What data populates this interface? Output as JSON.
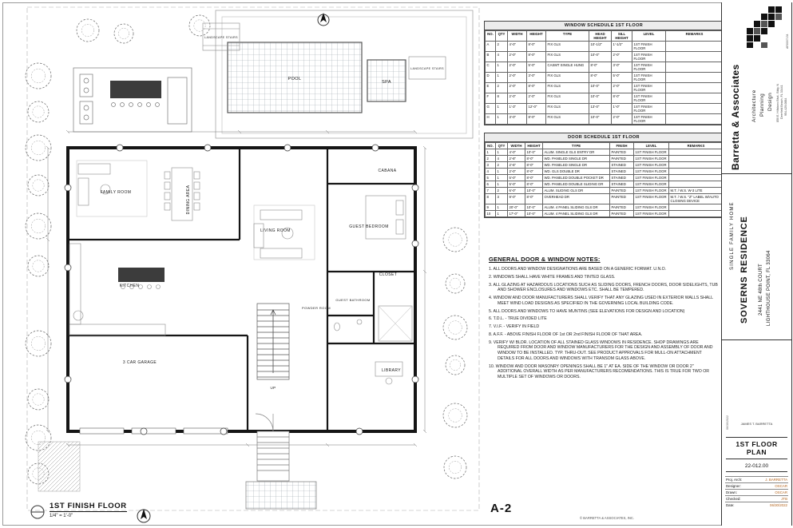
{
  "window_schedule": {
    "title": "WINDOW SCHEDULE 1ST FLOOR",
    "headers": [
      "NO.",
      "QTY",
      "WIDTH",
      "HEIGHT",
      "TYPE",
      "HEAD HEIGHT",
      "SILL HEIGHT",
      "LEVEL",
      "REMARKS"
    ],
    "rows": [
      [
        "A",
        "2",
        "4'-0\"",
        "8'-0\"",
        "FIX GLS",
        "10'-1/2\"",
        "1'-1/2\"",
        "1ST FINISH FLOOR",
        ""
      ],
      [
        "B",
        "4",
        "2'-0\"",
        "8'-0\"",
        "FIX GLS",
        "10'-0\"",
        "2'-0\"",
        "1ST FINISH FLOOR",
        ""
      ],
      [
        "C",
        "1",
        "2'-0\"",
        "5'-0\"",
        "CASMT SINGLE HUNG",
        "8'-0\"",
        "3'-0\"",
        "1ST FINISH FLOOR",
        ""
      ],
      [
        "D",
        "1",
        "2'-0\"",
        "3'-0\"",
        "FIX GLS",
        "8'-0\"",
        "5'-0\"",
        "1ST FINISH FLOOR",
        ""
      ],
      [
        "E",
        "2",
        "2'-0\"",
        "8'-0\"",
        "FIX GLS",
        "10'-0\"",
        "2'-0\"",
        "1ST FINISH FLOOR",
        ""
      ],
      [
        "F",
        "8",
        "2'-0\"",
        "2'-0\"",
        "FIX GLS",
        "10'-0\"",
        "8'-0\"",
        "1ST FINISH FLOOR",
        ""
      ],
      [
        "G",
        "1",
        "1'-3\"",
        "12'-0\"",
        "FIX GLS",
        "13'-0\"",
        "1'-0\"",
        "1ST FINISH FLOOR",
        ""
      ],
      [
        "H",
        "1",
        "3'-0\"",
        "8'-0\"",
        "FIX GLS",
        "10'-0\"",
        "2'-0\"",
        "1ST FINISH FLOOR",
        ""
      ]
    ]
  },
  "door_schedule": {
    "title": "DOOR SCHEDULE 1ST FLOOR",
    "headers": [
      "NO.",
      "QTY",
      "WIDTH",
      "HEIGHT",
      "TYPE",
      "FINISH",
      "LEVEL",
      "REMARKS"
    ],
    "rows": [
      [
        "1",
        "1",
        "4'-0\"",
        "10'-0\"",
        "ALUM. SINGLE GLS ENTRY DR",
        "PAINTED",
        "1ST FINISH FLOOR",
        ""
      ],
      [
        "2",
        "4",
        "2'-8\"",
        "8'-0\"",
        "WD. PANELED SINGLE DR",
        "PAINTED",
        "1ST FINISH FLOOR",
        ""
      ],
      [
        "3",
        "2",
        "2'-6\"",
        "8'-0\"",
        "WD. PANELED SINGLE DR",
        "STAINED",
        "1ST FINISH FLOOR",
        ""
      ],
      [
        "4",
        "1",
        "2'-0\"",
        "8'-0\"",
        "WD. GLS DOUBLE DR",
        "STAINED",
        "1ST FINISH FLOOR",
        ""
      ],
      [
        "5",
        "1",
        "5'-0\"",
        "8'-0\"",
        "WD. PANELED DOUBLE POCKET DR",
        "STAINED",
        "1ST FINISH FLOOR",
        ""
      ],
      [
        "6",
        "1",
        "5'-0\"",
        "8'-0\"",
        "WD. PANELED DOUBLE SLIDING DR",
        "STAINED",
        "1ST FINISH FLOOR",
        ""
      ],
      [
        "7",
        "2",
        "6'-0\"",
        "10'-0\"",
        "ALUM. SLIDING GLS DR",
        "PAINTED",
        "1ST FINISH FLOOR",
        "M.T. / W.S.  W-3 LITE"
      ],
      [
        "8",
        "3",
        "9'-0\"",
        "8'-0\"",
        "OVERHEAD DR",
        "PAINTED",
        "1ST FINISH FLOOR",
        "M.T. / W.S.  \"Z\" LABEL W/AUTO CLOSING DEVICE"
      ],
      [
        "9",
        "1",
        "20'-0\"",
        "10'-0\"",
        "ALUM. 4 PANEL SLIDING GLS DR",
        "PAINTED",
        "1ST FINISH FLOOR",
        ""
      ],
      [
        "10",
        "1",
        "17'-0\"",
        "10'-0\"",
        "ALUM. 4 PANEL SLIDING GLS DR",
        "PAINTED",
        "1ST FINISH FLOOR",
        ""
      ]
    ]
  },
  "notes": {
    "title": "GENERAL DOOR & WINDOW NOTES:",
    "items": [
      "1.  ALL DOORS AND WINDOW DESIGNATIONS ARE BASED ON A GENERIC FORMAT. U.N.O.",
      "2.  WINDOWS SHALL HAVE WHITE FRAMES AND TINTED GLASS.",
      "3.  ALL GLAZING AT HAZARDOUS LOCATIONS SUCH AS SLIDING DOORS, FRENCH DOORS,  DOOR SIDELIGHTS, TUB AND SHOWER ENCLOSURES AND WINDOWS ETC. SHALL BE TEMPERED.",
      "4.  WINDOW AND DOOR MANUFACTURERS SHALL VERIFY THAT ANY GLAZING USED  IN EXTERIOR WALLS SHALL MEET WIND LOAD DESIGNS AS SPECIFIED IN THE  GOVERNING LOCAL BUILDING CODE.",
      "5.  ALL DOORS AND WINDOWS TO HAVE MUNTINS  (SEE ELEVATIONS FOR DESIGN AND LOCATION)",
      "6.  T.D.L. - TRUE DIVIDED LITE",
      "7.  V.I.F. - VERIFY IN FIELD",
      "8.  A.F.F. - ABOVE FINISH FLOOR OF 1st OR 2nd FINISH FLOOR OF THAT AREA.",
      "9.  VERIFY W/ BLDR. LOCATION OF ALL STAINED GLASS WINDOWS IN RESIDENCE.  SHOP DRAWINGS ARE REQUIRED FROM DOOR AND WINDOW MANUFACTURERS FOR THE DESIGN AND ASSEMBLY OF DOOR AND WINDOW TO BE INSTALLED. TYP. THRU-OUT.  SEE PRODUCT APPROVALS FOR MULL-ON ATTACHMENT DETAILS FOR ALL DOORS AND WINDOWS WITH TRANSOM GLASS ABOVE.",
      "10.  WINDOW AND DOOR MASONRY OPENINGS SHALL BE 1\" AT EA. SIDE OF THE WINDOW  OR DOOR 2\" ADDITIONAL OVERALL WIDTH AS PER MANUFACTURERS RECOMENDATIONS.  THIS IS TRUE FOR TWO OR MULTIPLE SET OF WINDOWS OR DOORS."
    ]
  },
  "plan": {
    "drawing_title": "1ST FINISH FLOOR",
    "scale": "1/4\" = 1'-0\"",
    "rooms": {
      "family": "FAMILY ROOM",
      "dining": "DINING AREA",
      "living": "LIVING ROOM",
      "kitchen": "KITCHEN",
      "guest_bedroom": "GUEST BEDROOM",
      "guest_bath": "GUEST BATHROOM",
      "powder": "POWDER ROOM",
      "closet": "CLOSET",
      "cabana": "CABANA",
      "library": "LIBRARY",
      "garage": "3 CAR GARAGE",
      "up": "UP",
      "pool": "POOL",
      "spa": "SPA",
      "landscape_stairs": "LANDSCAPE STAIRS"
    }
  },
  "brand": {
    "name": "Barretta & Associates",
    "discipline1": "Architecture",
    "discipline2": "Planning",
    "discipline3": "Design",
    "address1": "850 E. Hillsboro Blvd., Bldg. N",
    "address2": "Deerfield Beach, FL 33441",
    "address3": "954-429-0884",
    "registration": "AR0007134"
  },
  "project": {
    "type": "SINGLE FAMILY HOME",
    "name": "SOVERNS RESIDENCE",
    "address1": "2441 NE 48th COURT",
    "address2": "LIGHTHOUSE POINT, FL  33064"
  },
  "titleblock": {
    "architect": "JAMES T. BARRETTA",
    "plot_date": "06/30/2022",
    "sheet_title1": "1ST FLOOR",
    "sheet_title2": "PLAN",
    "job_no": "22-012.00",
    "sheet_no": "A-2",
    "fields": [
      [
        "Proj. Arch:",
        "J. BARRETTA"
      ],
      [
        "Designer:",
        "OSCAR"
      ],
      [
        "Drawn:",
        "OSCAR"
      ],
      [
        "Checked:",
        "JTB"
      ],
      [
        "Date:",
        "06/30/2022"
      ]
    ]
  },
  "footer": {
    "copyright": "© BARRETTA & ASSOCIATES, INC."
  }
}
